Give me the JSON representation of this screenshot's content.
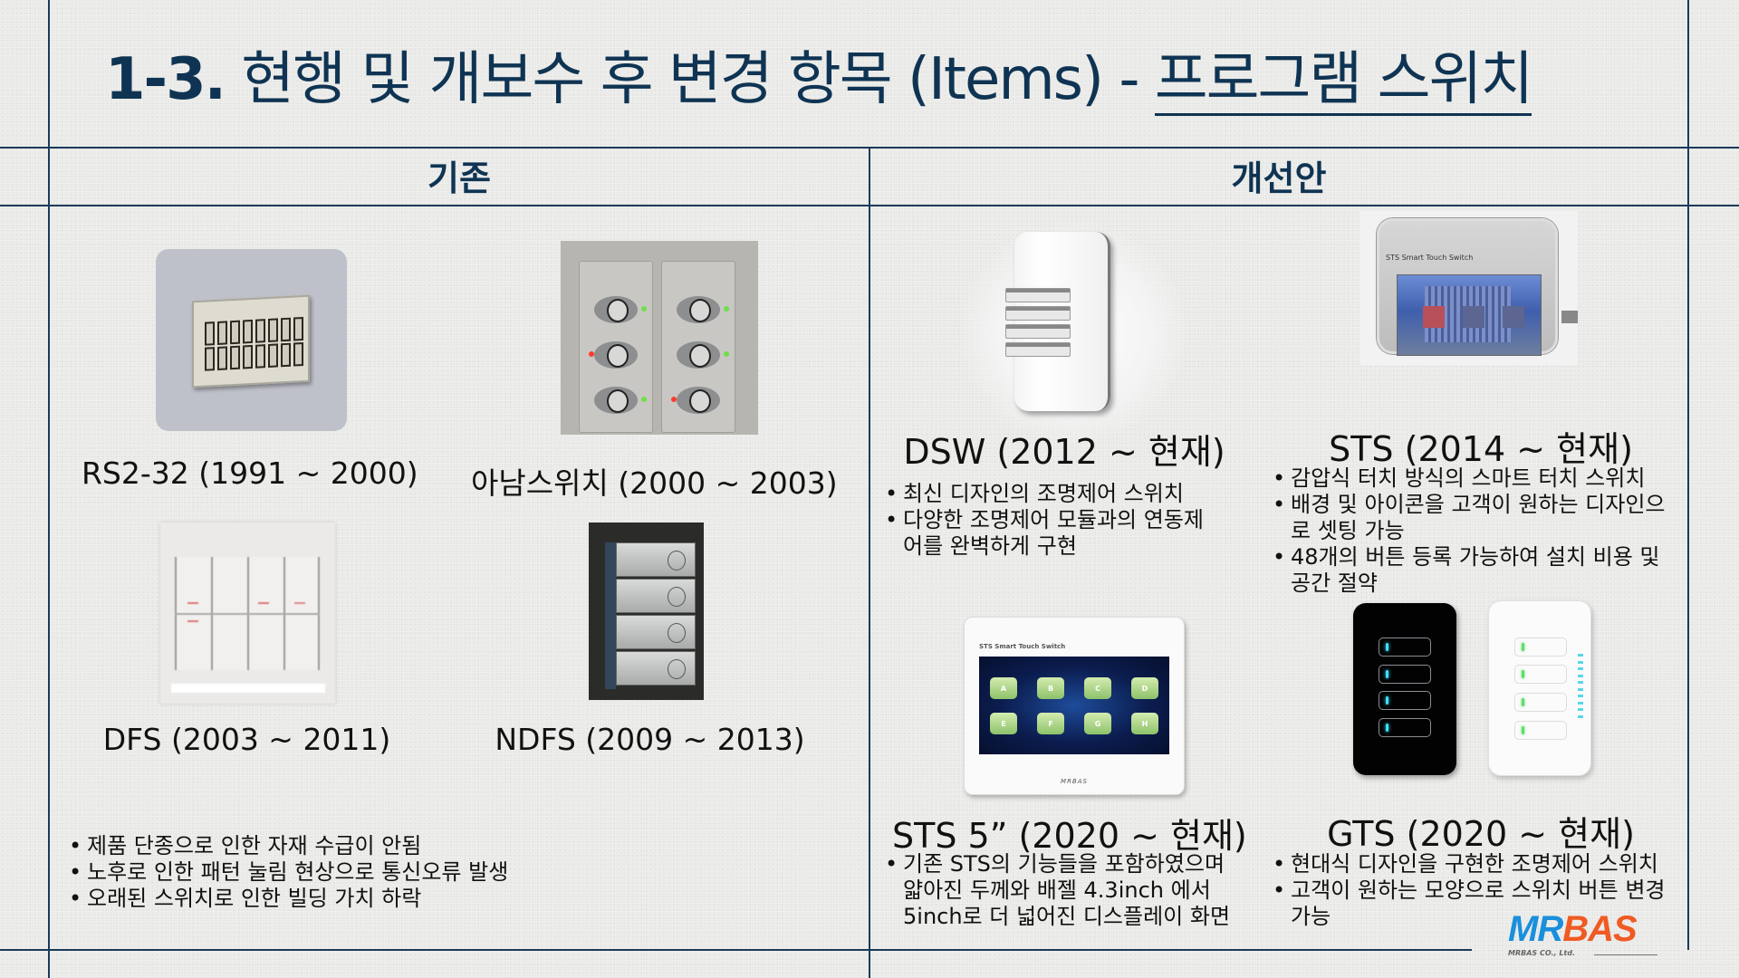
{
  "title": {
    "number": "1-3.",
    "text": "현행 및 개보수 후 변경 항목 (Items)  - ",
    "highlight": "프로그램 스위치"
  },
  "columns": {
    "left_header": "기존",
    "right_header": "개선안"
  },
  "existing": {
    "products": [
      {
        "name": "RS2-32 (1991 ~ 2000)",
        "image": "rs2-32-switch-photo"
      },
      {
        "name": "아남스위치 (2000 ~ 2003)",
        "image": "anam-switch-photo"
      },
      {
        "name": "DFS (2003 ~ 2011)",
        "image": "dfs-switch-photo"
      },
      {
        "name": "NDFS (2009 ~ 2013)",
        "image": "ndfs-switch-photo"
      }
    ],
    "bullets": [
      "제품 단종으로 인한 자재 수급이 안됨",
      "노후로 인한 패턴 눌림 현상으로 통신오류 발생",
      "오래된 스위치로 인한 빌딩 가치 하락"
    ]
  },
  "improved": {
    "products": [
      {
        "name": "DSW (2012 ~ 현재)",
        "image": "dsw-switch-photo",
        "bullets": [
          "최신 디자인의 조명제어 스위치",
          "다양한 조명제어 모듈과의 연동제어를 완벽하게 구현"
        ]
      },
      {
        "name": "STS (2014 ~ 현재)",
        "image": "sts-touch-switch-photo",
        "screen_label": "STS Smart Touch Switch",
        "bullets": [
          "감압식 터치 방식의 스마트 터치 스위치",
          "배경 및 아이콘을 고객이 원하는 디자인으로 셋팅 가능",
          "48개의 버튼 등록 가능하여 설치 비용 및 공간 절약"
        ]
      },
      {
        "name": "STS 5”  (2020 ~ 현재)",
        "image": "sts5-touch-switch-photo",
        "screen_label": "STS  Smart Touch Switch",
        "screen_buttons": [
          "A",
          "B",
          "C",
          "D",
          "E",
          "F",
          "G",
          "H"
        ],
        "brand_mark": "MRBAS",
        "bullets": [
          "기존 STS의 기능들을 포함하였으며 얇아진 두께와 배젤 4.3inch 에서 5inch로 더 넓어진 디스플레이 화면"
        ]
      },
      {
        "name": "GTS (2020 ~ 현재)",
        "image": "gts-switch-photo",
        "bullets": [
          "현대식 디자인을 구현한 조명제어 스위치",
          "고객이 원하는 모양으로 스위치 버튼 변경 가능"
        ]
      }
    ]
  },
  "logo": {
    "mr": "MR",
    "bas": "BAS",
    "subtitle": "MRBAS CO., Ltd."
  },
  "colors": {
    "title": "#0f3453",
    "rule": "#1a3a5a",
    "logo_blue": "#1a8fdc",
    "logo_orange": "#ef5b23",
    "background": "#e9e9e7"
  }
}
